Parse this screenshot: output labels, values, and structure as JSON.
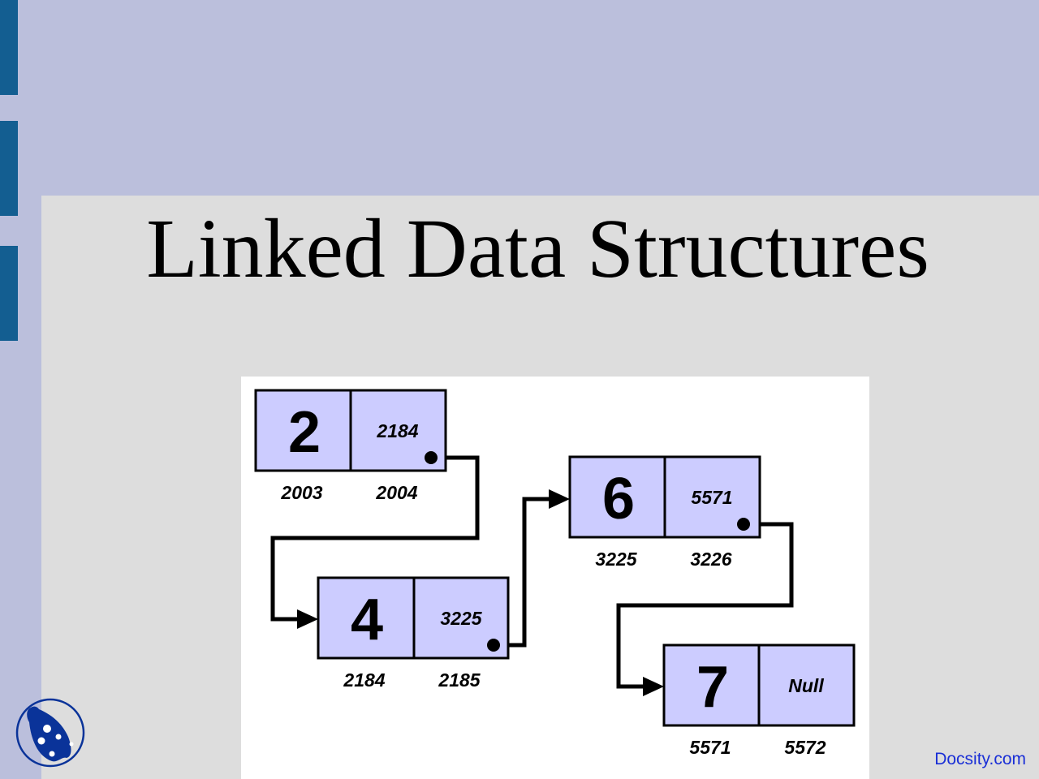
{
  "slide": {
    "title": "Linked Data Structures",
    "brand": "Docsity.com"
  },
  "diagram": {
    "nodes": [
      {
        "value": "2",
        "pointer": "2184",
        "addresses": [
          "2003",
          "2004"
        ]
      },
      {
        "value": "4",
        "pointer": "3225",
        "addresses": [
          "2184",
          "2185"
        ]
      },
      {
        "value": "6",
        "pointer": "5571",
        "addresses": [
          "3225",
          "3226"
        ]
      },
      {
        "value": "7",
        "pointer": "Null",
        "addresses": [
          "5571",
          "5572"
        ]
      }
    ],
    "colors": {
      "node_fill": "#ccccff",
      "accent": "#135e91",
      "logo": "#0a3399"
    }
  }
}
